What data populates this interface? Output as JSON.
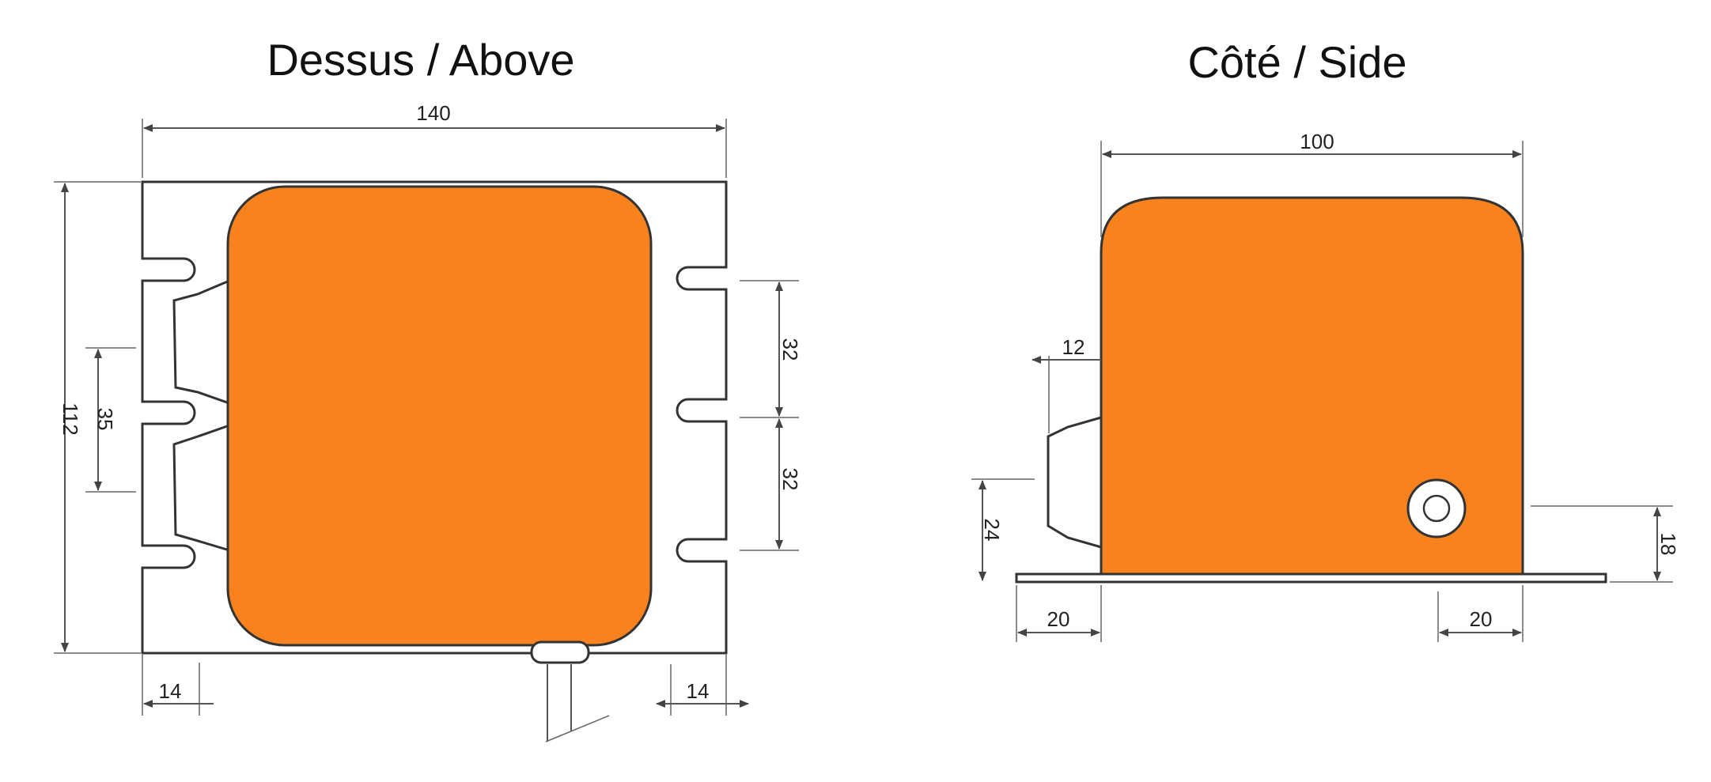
{
  "views": {
    "top": {
      "title": "Dessus / Above"
    },
    "side": {
      "title": "Côté / Side"
    }
  },
  "dimensions": {
    "top_width": "140",
    "top_height": "112",
    "top_spacing": "35",
    "top_slot_upper": "32",
    "top_slot_lower": "32",
    "top_left_offset": "14",
    "top_right_offset": "14",
    "side_width": "100",
    "side_connector_depth": "12",
    "side_connector_height": "24",
    "side_hole_height": "18",
    "side_left_flange": "20",
    "side_right_flange": "20"
  },
  "colors": {
    "body": "#F8821E",
    "outline": "#333333"
  }
}
